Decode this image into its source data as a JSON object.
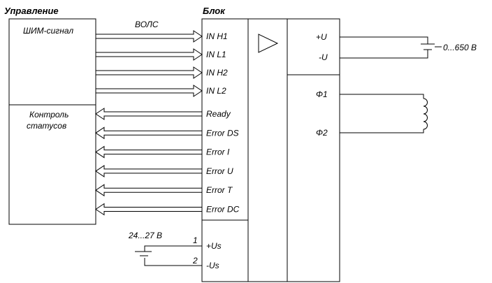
{
  "control": {
    "title": "Управление",
    "pwm_label": "ШИМ-сигнал",
    "status_line1": "Контроль",
    "status_line2": "статусов"
  },
  "block": {
    "title": "Блок",
    "inputs": [
      "IN H1",
      "IN L1",
      "IN H2",
      "IN L2"
    ],
    "outputs": [
      "Ready",
      "Error DS",
      "Error I",
      "Error U",
      "Error T",
      "Error DC"
    ],
    "dc_pos": "+U",
    "dc_neg": "-U",
    "phase1": "Φ1",
    "phase2": "Φ2",
    "supply_pos": "+Us",
    "supply_neg": "-Us"
  },
  "fiber_label": "ВОЛС",
  "dc_source_label": "0...650 В",
  "aux_supply": {
    "label": "24...27 В",
    "pin1": "1",
    "pin2": "2"
  }
}
